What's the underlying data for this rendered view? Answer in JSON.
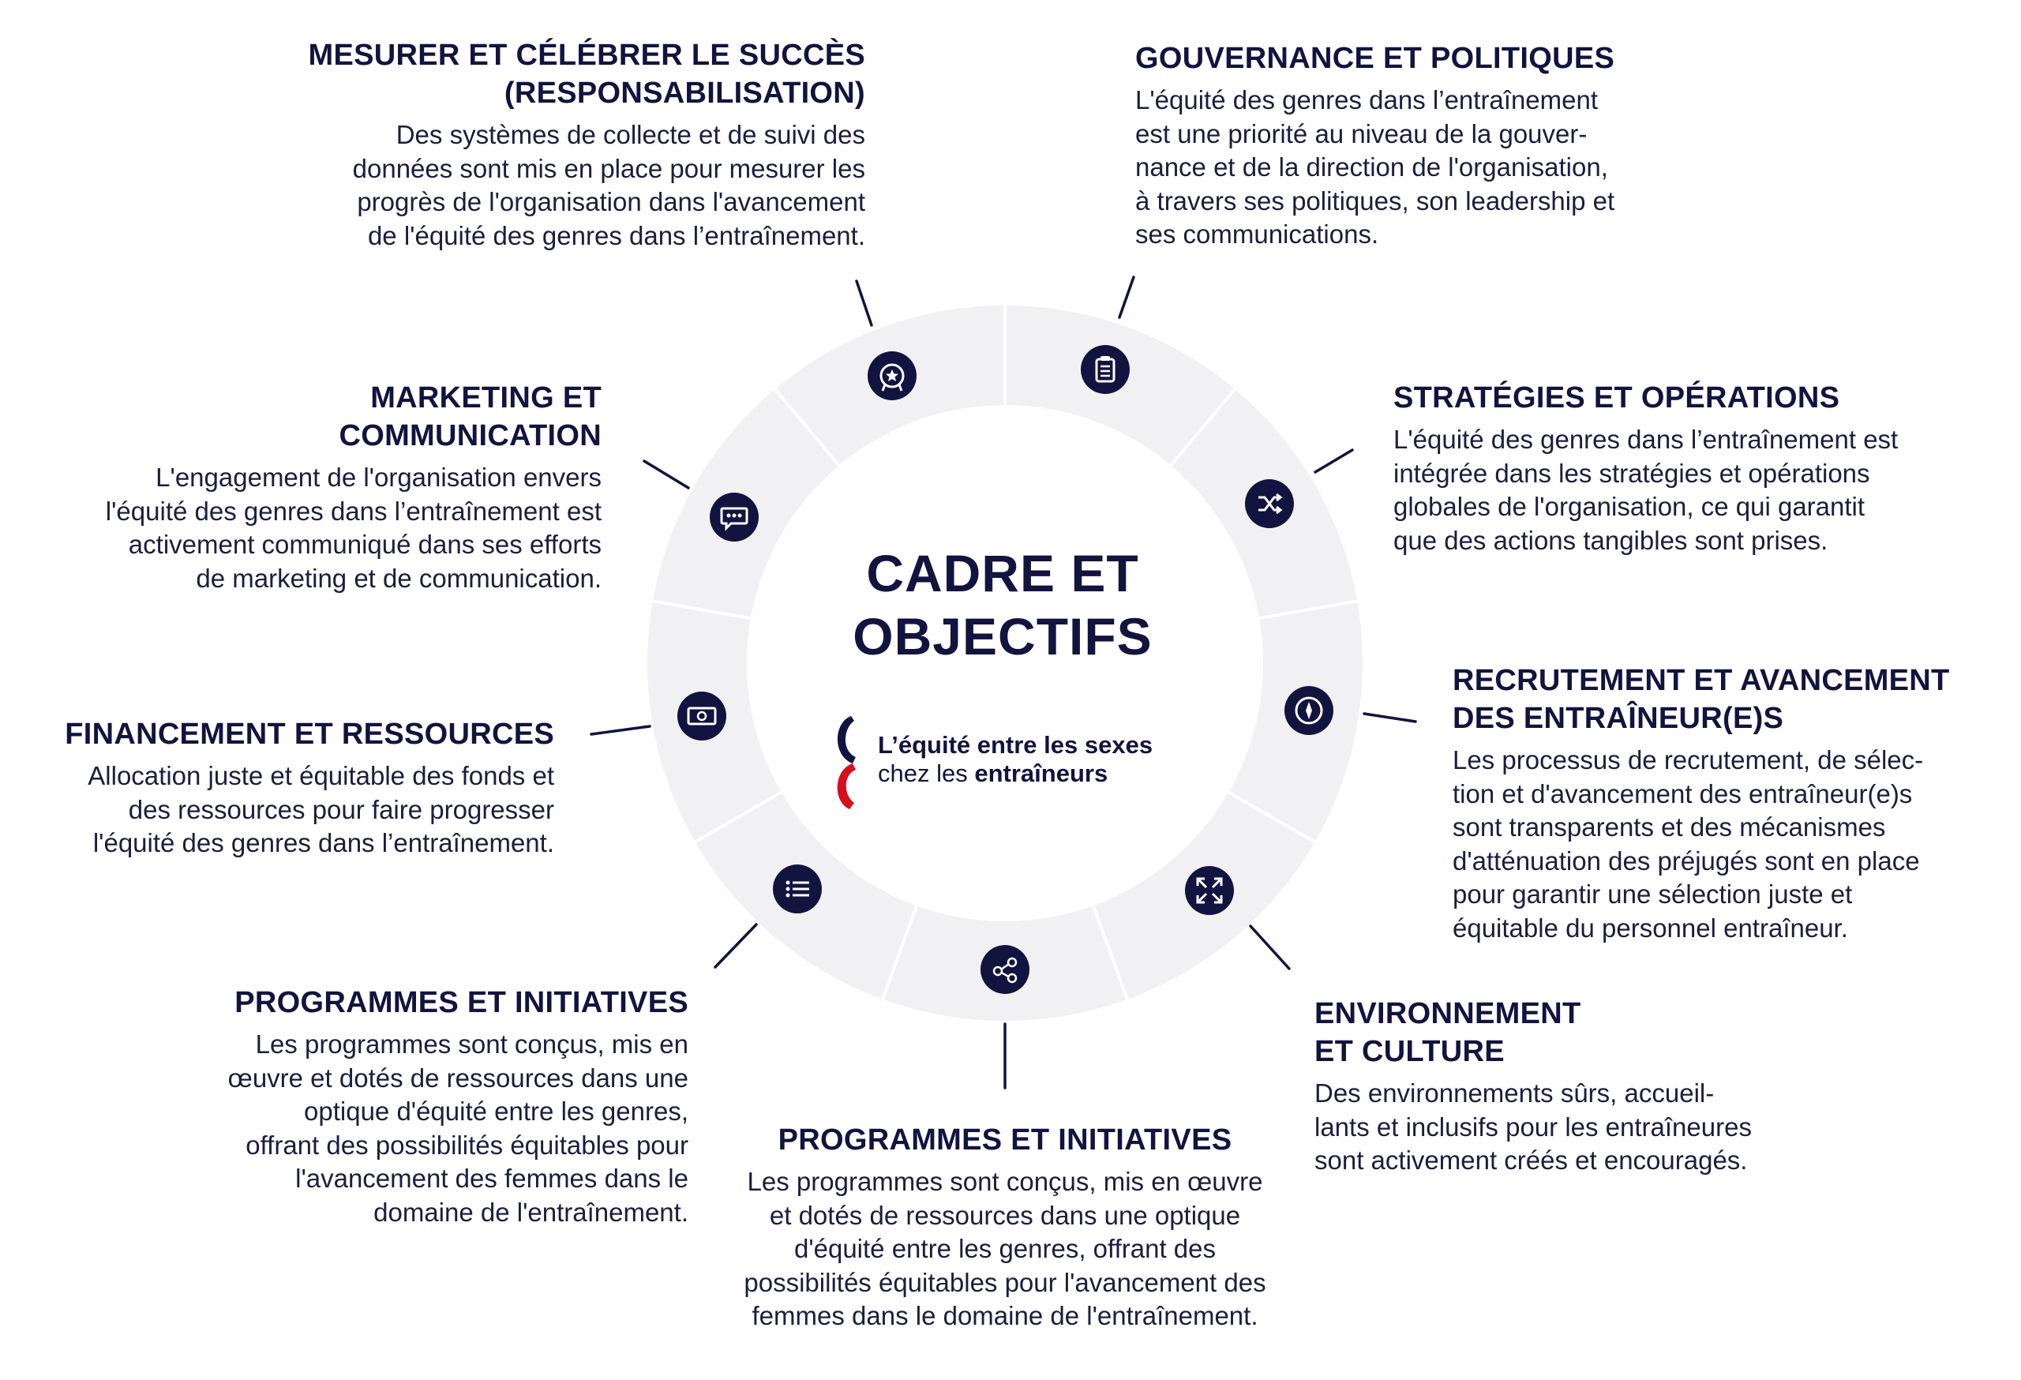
{
  "center": {
    "title_line1": "CADRE ET",
    "title_line2": "OBJECTIFS",
    "logo_line1": "L’équité entre les sexes",
    "logo_line2_a": "chez les ",
    "logo_line2_b": "entraîneurs"
  },
  "colors": {
    "navy": "#12133f",
    "ring": "#f1f1f4",
    "ring_divider": "#ffffff",
    "logo_red": "#d4101b"
  },
  "items": [
    {
      "title_l1": "MESURER ET CÉLÉBRER LE SUCCÈS",
      "title_l2": "(RESPONSABILISATION)",
      "body": [
        "Des systèmes de collecte et de suivi des",
        "données sont mis en place pour mesurer les",
        "progrès de l'organisation dans l'avancement",
        "de l'équité des genres dans l’entraînement."
      ],
      "icon": "medal-star-icon"
    },
    {
      "title_l1": "GOUVERNANCE ET POLITIQUES",
      "title_l2": "",
      "body": [
        "L'équité des genres dans l’entraînement",
        "est une priorité au niveau de la gouver-",
        "nance et de la direction de l'organisation,",
        "à travers ses politiques, son leadership et",
        "ses communications."
      ],
      "icon": "clipboard-icon"
    },
    {
      "title_l1": "MARKETING ET",
      "title_l2": "COMMUNICATION",
      "body": [
        "L'engagement de l'organisation envers",
        "l'équité des genres dans l’entraînement est",
        "activement communiqué dans ses efforts",
        "de marketing et de communication."
      ],
      "icon": "chat-bubble-icon"
    },
    {
      "title_l1": "STRATÉGIES ET OPÉRATIONS",
      "title_l2": "",
      "body": [
        "L'équité des genres dans l’entraînement est",
        "intégrée dans les stratégies et opérations",
        "globales de l'organisation, ce qui garantit",
        "que des actions tangibles sont prises."
      ],
      "icon": "shuffle-icon"
    },
    {
      "title_l1": "FINANCEMENT ET RESSOURCES",
      "title_l2": "",
      "body": [
        "Allocation juste et équitable des fonds et",
        "des ressources pour faire progresser",
        "l'équité des genres dans l’entraînement."
      ],
      "icon": "banknote-icon"
    },
    {
      "title_l1": "RECRUTEMENT ET AVANCEMENT",
      "title_l2": "DES ENTRAÎNEUR(E)S",
      "body": [
        "Les processus de recrutement, de sélec-",
        "tion et d'avancement des entraîneur(e)s",
        "sont transparents et des mécanismes",
        "d'atténuation des préjugés sont en place",
        "pour garantir une sélection juste et",
        "équitable du personnel entraîneur."
      ],
      "icon": "compass-icon"
    },
    {
      "title_l1": "PROGRAMMES ET INITIATIVES",
      "title_l2": "",
      "body": [
        "Les programmes sont conçus, mis en",
        "œuvre et dotés de ressources dans une",
        "optique d'équité entre les genres,",
        "offrant des possibilités équitables pour",
        "l'avancement des femmes dans le",
        "domaine de l'entraînement."
      ],
      "icon": "list-icon"
    },
    {
      "title_l1": "PROGRAMMES ET INITIATIVES",
      "title_l2": "",
      "body": [
        "Les programmes sont conçus, mis en œuvre",
        "et dotés de ressources dans une optique",
        "d'équité entre les genres, offrant des",
        "possibilités équitables pour l'avancement des",
        "femmes dans le domaine de l'entraînement."
      ],
      "icon": "share-icon"
    },
    {
      "title_l1": "ENVIRONNEMENT",
      "title_l2": "ET CULTURE",
      "body": [
        "Des environnements sûrs, accueil-",
        "lants et inclusifs pour les entraîneures",
        "sont activement créés et encouragés."
      ],
      "icon": "expand-arrows-icon"
    }
  ]
}
